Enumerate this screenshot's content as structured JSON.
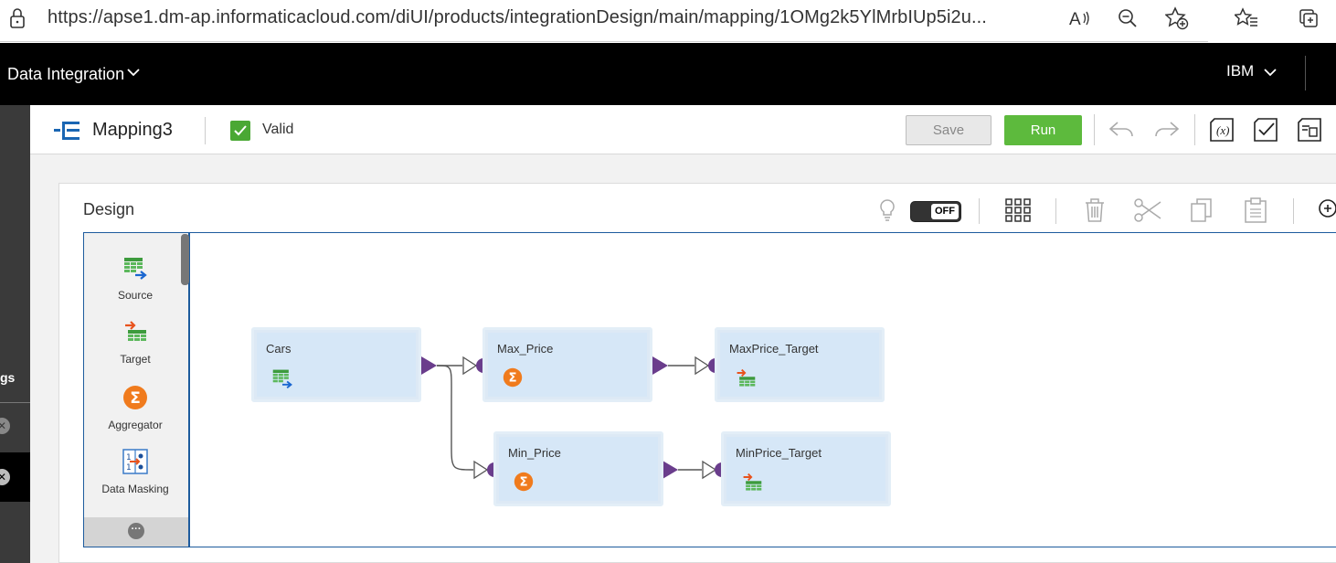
{
  "browser": {
    "url": "https://apse1.dm-ap.informaticacloud.com/diUI/products/integrationDesign/main/mapping/1OMg2k5YlMrbIUp5i2u...",
    "icons": [
      "lock-icon",
      "read-aloud-icon",
      "zoom-icon",
      "add-favorite-icon",
      "favorites-icon",
      "collections-icon"
    ]
  },
  "header": {
    "product": "Data Integration",
    "org": "IBM"
  },
  "left_strip": {
    "partial_label": "gs"
  },
  "toolbar": {
    "title": "Mapping3",
    "status": "Valid",
    "save_label": "Save",
    "run_label": "Run",
    "icons": [
      "undo-icon",
      "redo-icon",
      "parameters-icon",
      "validate-icon",
      "properties-icon"
    ]
  },
  "design": {
    "title": "Design",
    "toggle_label": "OFF",
    "icons": [
      "lightbulb-icon",
      "arrange-all-icon",
      "delete-icon",
      "cut-icon",
      "copy-icon",
      "paste-icon",
      "zoom-in-icon"
    ]
  },
  "palette": {
    "items": [
      {
        "label": "Source",
        "icon": "source-icon"
      },
      {
        "label": "Target",
        "icon": "target-icon"
      },
      {
        "label": "Aggregator",
        "icon": "aggregator-icon"
      },
      {
        "label": "Data Masking",
        "icon": "data-masking-icon"
      }
    ]
  },
  "nodes": [
    {
      "name": "Cars",
      "icon": "source-icon"
    },
    {
      "name": "Max_Price",
      "icon": "aggregator-icon"
    },
    {
      "name": "MaxPrice_Target",
      "icon": "target-icon"
    },
    {
      "name": "Min_Price",
      "icon": "aggregator-icon"
    },
    {
      "name": "MinPrice_Target",
      "icon": "target-icon"
    }
  ],
  "colors": {
    "run": "#5dba3d",
    "valid": "#4aa834",
    "port": "#6a3d8c",
    "canvas_border": "#1d5b9d",
    "aggregator": "#f07b1d"
  }
}
